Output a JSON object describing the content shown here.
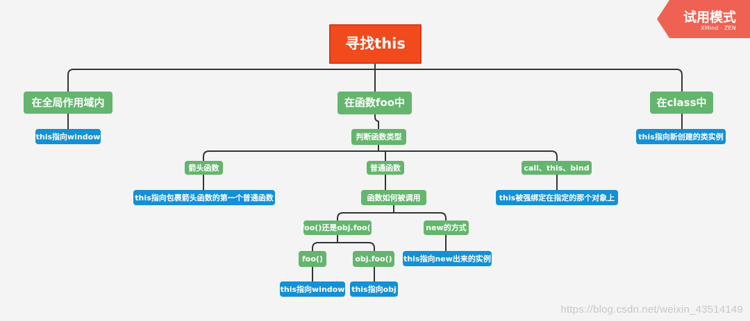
{
  "root": {
    "label": "寻找this"
  },
  "branches": {
    "global": {
      "label": "在全局作用域内",
      "result": "this指向window"
    },
    "function": {
      "label": "在函数foo中",
      "type_check": "判断函数类型",
      "arrow": {
        "label": "箭头函数",
        "result": "this指向包裹箭头函数的第一个普通函数"
      },
      "normal": {
        "label": "普通函数",
        "how_called": "函数如何被调用",
        "direct_or_obj": "foo()还是obj.foo()",
        "foo_call": "foo()",
        "foo_result": "this指向window",
        "obj_call": "obj.foo()",
        "obj_result": "this指向obj",
        "new_call": "new的方式",
        "new_result": "this指向new出来的实例"
      },
      "call_this_bind": {
        "label": "call、this、bind",
        "result": "this被强绑定在指定的那个对象上"
      }
    },
    "class": {
      "label": "在class中",
      "result": "this指向新创建的类实例"
    }
  },
  "badge": {
    "title": "试用模式",
    "subtitle": "XMind · ZEN"
  },
  "watermark": "https://blog.csdn.net/weixin_43514149",
  "colors": {
    "root": "#f04a1d",
    "green": "#64b56d",
    "blue": "#1390d6",
    "line": "#333333",
    "background": "#f4f4f4",
    "badge": "#ef6253"
  }
}
